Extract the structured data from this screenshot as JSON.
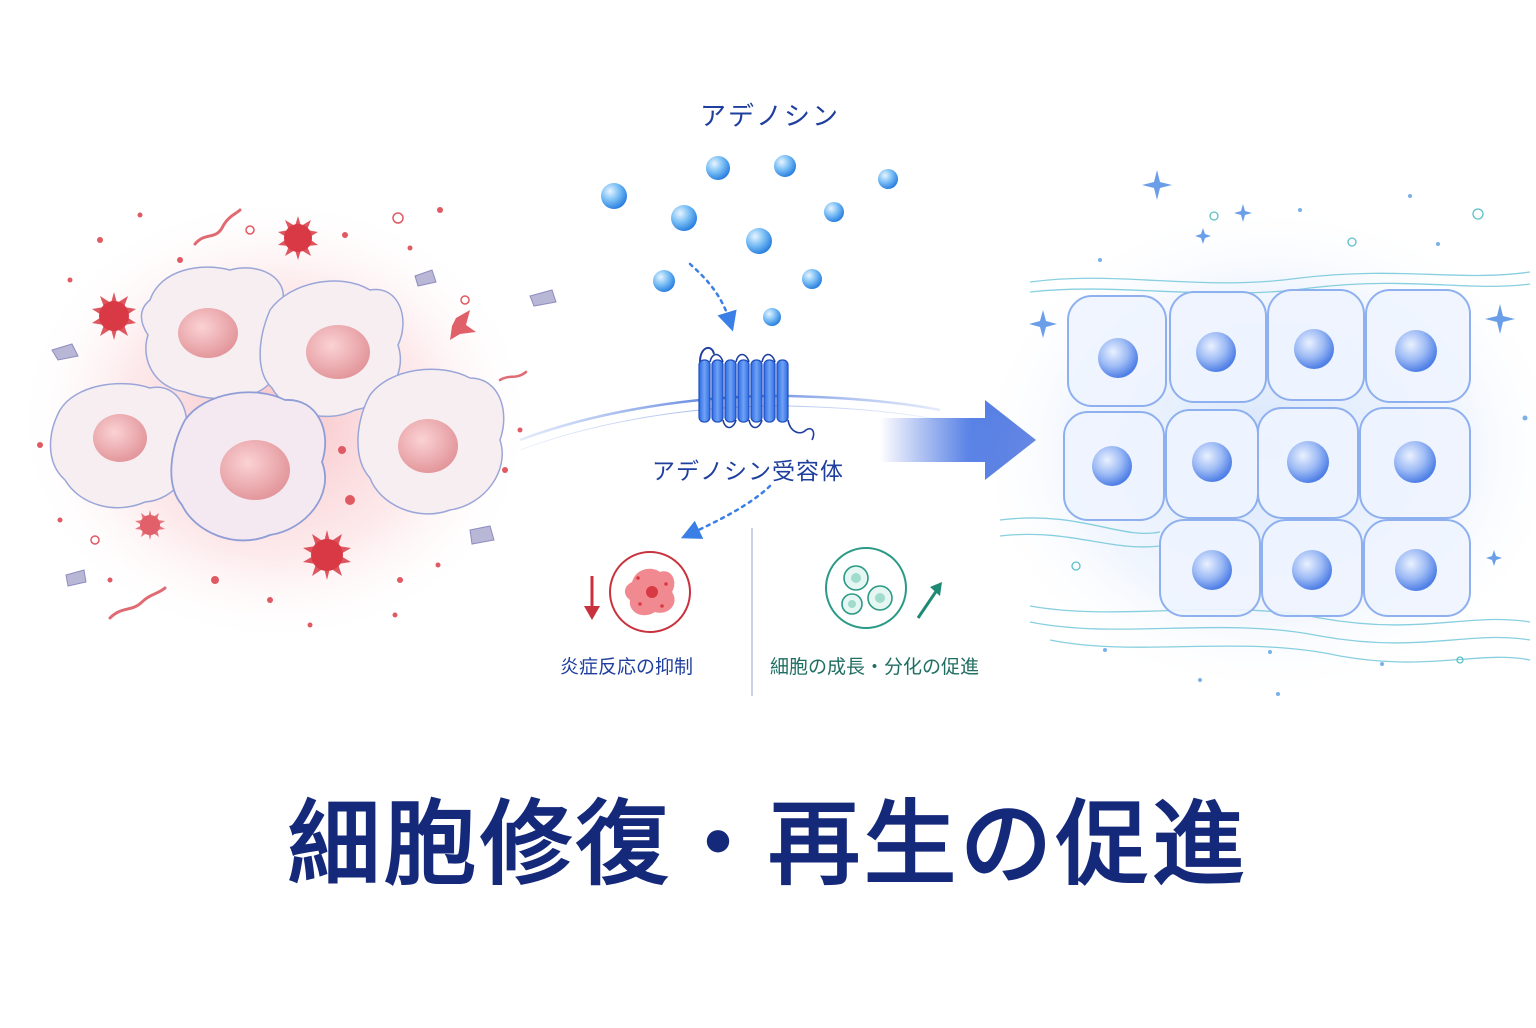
{
  "labels": {
    "adenosine": "アデノシン",
    "receptor": "アデノシン受容体",
    "inflammation_suppression": "炎症反応の抑制",
    "growth_differentiation": "細胞の成長・分化の促進"
  },
  "title": "細胞修復・再生の促進",
  "colors": {
    "inflamed": "#e04a55",
    "healthy": "#4a7fe0",
    "molecule": "#3a8ee8",
    "title": "#15297a",
    "growth": "#2a9a86",
    "arrow": "#1e4fd6"
  },
  "icons": {
    "down_arrow": "arrow-down-icon",
    "up_arrow": "arrow-up-icon",
    "immune_cell": "inflamed-cell-icon",
    "stem_cells": "stem-cell-cluster-icon"
  }
}
